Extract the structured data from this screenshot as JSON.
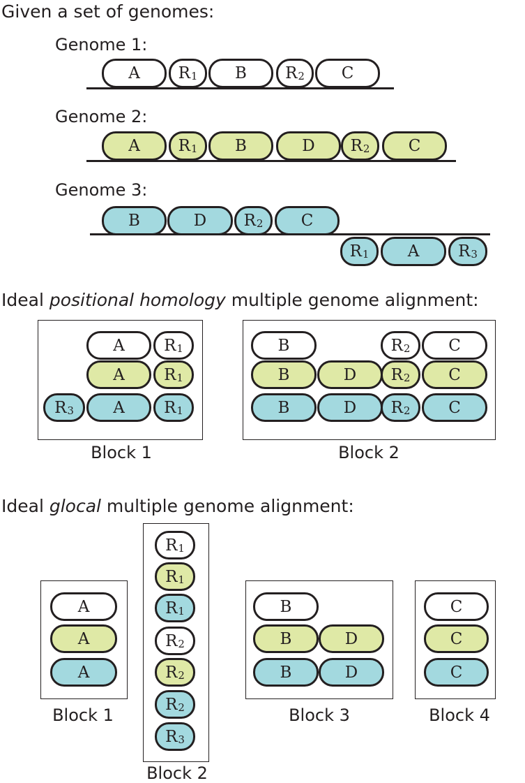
{
  "headings": {
    "given": "Given a set of genomes:",
    "positional_prefix": "Ideal ",
    "positional_em": "positional homology",
    "positional_suffix": " multiple genome alignment:",
    "glocal_prefix": "Ideal ",
    "glocal_em": "glocal",
    "glocal_suffix": " multiple genome alignment:"
  },
  "colors": {
    "genome1": "#ffffff",
    "genome2": "#dfe9a6",
    "genome3": "#a3d9df",
    "outline": "#231f20"
  },
  "genomes": [
    {
      "label": "Genome 1:",
      "segments": [
        {
          "name": "A"
        },
        {
          "name": "R",
          "sub": "1"
        },
        {
          "name": "B"
        },
        {
          "name": "R",
          "sub": "2"
        },
        {
          "name": "C"
        }
      ]
    },
    {
      "label": "Genome 2:",
      "segments": [
        {
          "name": "A"
        },
        {
          "name": "R",
          "sub": "1"
        },
        {
          "name": "B"
        },
        {
          "name": "D"
        },
        {
          "name": "R",
          "sub": "2"
        },
        {
          "name": "C"
        }
      ]
    },
    {
      "label": "Genome 3:",
      "segments_top": [
        {
          "name": "B"
        },
        {
          "name": "D"
        },
        {
          "name": "R",
          "sub": "2"
        },
        {
          "name": "C"
        }
      ],
      "segments_bottom": [
        {
          "name": "R",
          "sub": "1"
        },
        {
          "name": "A"
        },
        {
          "name": "R",
          "sub": "3"
        }
      ]
    }
  ],
  "positional_blocks": [
    {
      "label": "Block 1",
      "rows": [
        {
          "genome": 1,
          "segments": [
            {
              "name": "A"
            },
            {
              "name": "R",
              "sub": "1"
            }
          ]
        },
        {
          "genome": 2,
          "segments": [
            {
              "name": "A"
            },
            {
              "name": "R",
              "sub": "1"
            }
          ]
        },
        {
          "genome": 3,
          "segments": [
            {
              "name": "R",
              "sub": "3"
            },
            {
              "name": "A"
            },
            {
              "name": "R",
              "sub": "1"
            }
          ]
        }
      ]
    },
    {
      "label": "Block 2",
      "rows": [
        {
          "genome": 1,
          "segments": [
            {
              "name": "B"
            },
            {
              "name": "R",
              "sub": "2"
            },
            {
              "name": "C"
            }
          ]
        },
        {
          "genome": 2,
          "segments": [
            {
              "name": "B"
            },
            {
              "name": "D"
            },
            {
              "name": "R",
              "sub": "2"
            },
            {
              "name": "C"
            }
          ]
        },
        {
          "genome": 3,
          "segments": [
            {
              "name": "B"
            },
            {
              "name": "D"
            },
            {
              "name": "R",
              "sub": "2"
            },
            {
              "name": "C"
            }
          ]
        }
      ]
    }
  ],
  "glocal_blocks": [
    {
      "label": "Block 1",
      "rows": [
        {
          "genome": 1,
          "segments": [
            {
              "name": "A"
            }
          ]
        },
        {
          "genome": 2,
          "segments": [
            {
              "name": "A"
            }
          ]
        },
        {
          "genome": 3,
          "segments": [
            {
              "name": "A"
            }
          ]
        }
      ]
    },
    {
      "label": "Block 2",
      "rows": [
        {
          "genome": 1,
          "segments": [
            {
              "name": "R",
              "sub": "1"
            }
          ]
        },
        {
          "genome": 2,
          "segments": [
            {
              "name": "R",
              "sub": "1"
            }
          ]
        },
        {
          "genome": 3,
          "segments": [
            {
              "name": "R",
              "sub": "1"
            }
          ]
        },
        {
          "genome": 1,
          "segments": [
            {
              "name": "R",
              "sub": "2"
            }
          ]
        },
        {
          "genome": 2,
          "segments": [
            {
              "name": "R",
              "sub": "2"
            }
          ]
        },
        {
          "genome": 3,
          "segments": [
            {
              "name": "R",
              "sub": "2"
            }
          ]
        },
        {
          "genome": 3,
          "segments": [
            {
              "name": "R",
              "sub": "3"
            }
          ]
        }
      ]
    },
    {
      "label": "Block 3",
      "rows": [
        {
          "genome": 1,
          "segments": [
            {
              "name": "B"
            }
          ]
        },
        {
          "genome": 2,
          "segments": [
            {
              "name": "B"
            },
            {
              "name": "D"
            }
          ]
        },
        {
          "genome": 3,
          "segments": [
            {
              "name": "B"
            },
            {
              "name": "D"
            }
          ]
        }
      ]
    },
    {
      "label": "Block 4",
      "rows": [
        {
          "genome": 1,
          "segments": [
            {
              "name": "C"
            }
          ]
        },
        {
          "genome": 2,
          "segments": [
            {
              "name": "C"
            }
          ]
        },
        {
          "genome": 3,
          "segments": [
            {
              "name": "C"
            }
          ]
        }
      ]
    }
  ]
}
